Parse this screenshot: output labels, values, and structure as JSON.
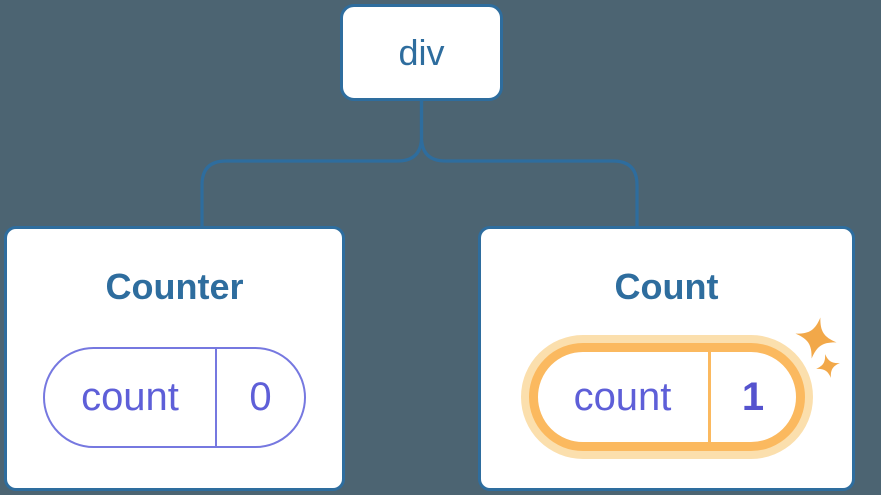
{
  "diagram": {
    "description": "Component tree diagram: a div root with two child components showing state pills",
    "background_color": "#4C6472",
    "root": {
      "label": "div"
    },
    "components": [
      {
        "title": "Counter",
        "state": {
          "key": "count",
          "value": "0"
        },
        "highlighted": false
      },
      {
        "title": "Count",
        "state": {
          "key": "count",
          "value": "1"
        },
        "highlighted": true
      }
    ],
    "colors": {
      "node_border_blue": "#2E6D9E",
      "node_text_blue": "#2E6D9E",
      "connector_blue": "#2E6D9E",
      "state_text_purple": "#5E5FD8",
      "pill_border_purple": "#7678E0",
      "highlight_ring_orange": "#FBB95F",
      "highlight_glow_orange": "#FBDFAD",
      "sparkle_orange": "#F2A849",
      "card_background": "#FFFFFF"
    }
  }
}
